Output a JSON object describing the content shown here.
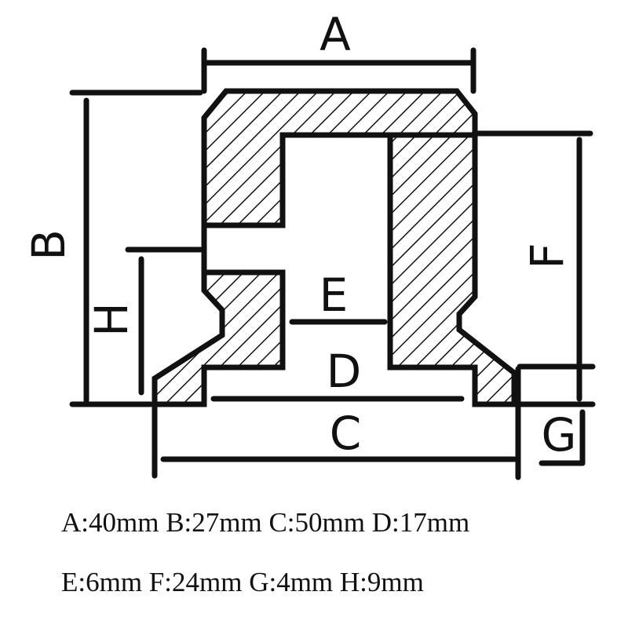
{
  "diagram": {
    "dimension_labels": {
      "A": "A",
      "B": "B",
      "C": "C",
      "D": "D",
      "E": "E",
      "F": "F",
      "G": "G",
      "H": "H"
    }
  },
  "specs": {
    "line1": "A:40mm B:27mm C:50mm D:17mm",
    "line2": "E:6mm F:24mm G:4mm H:9mm"
  },
  "colors": {
    "ink": "#111111",
    "background": "#ffffff"
  }
}
